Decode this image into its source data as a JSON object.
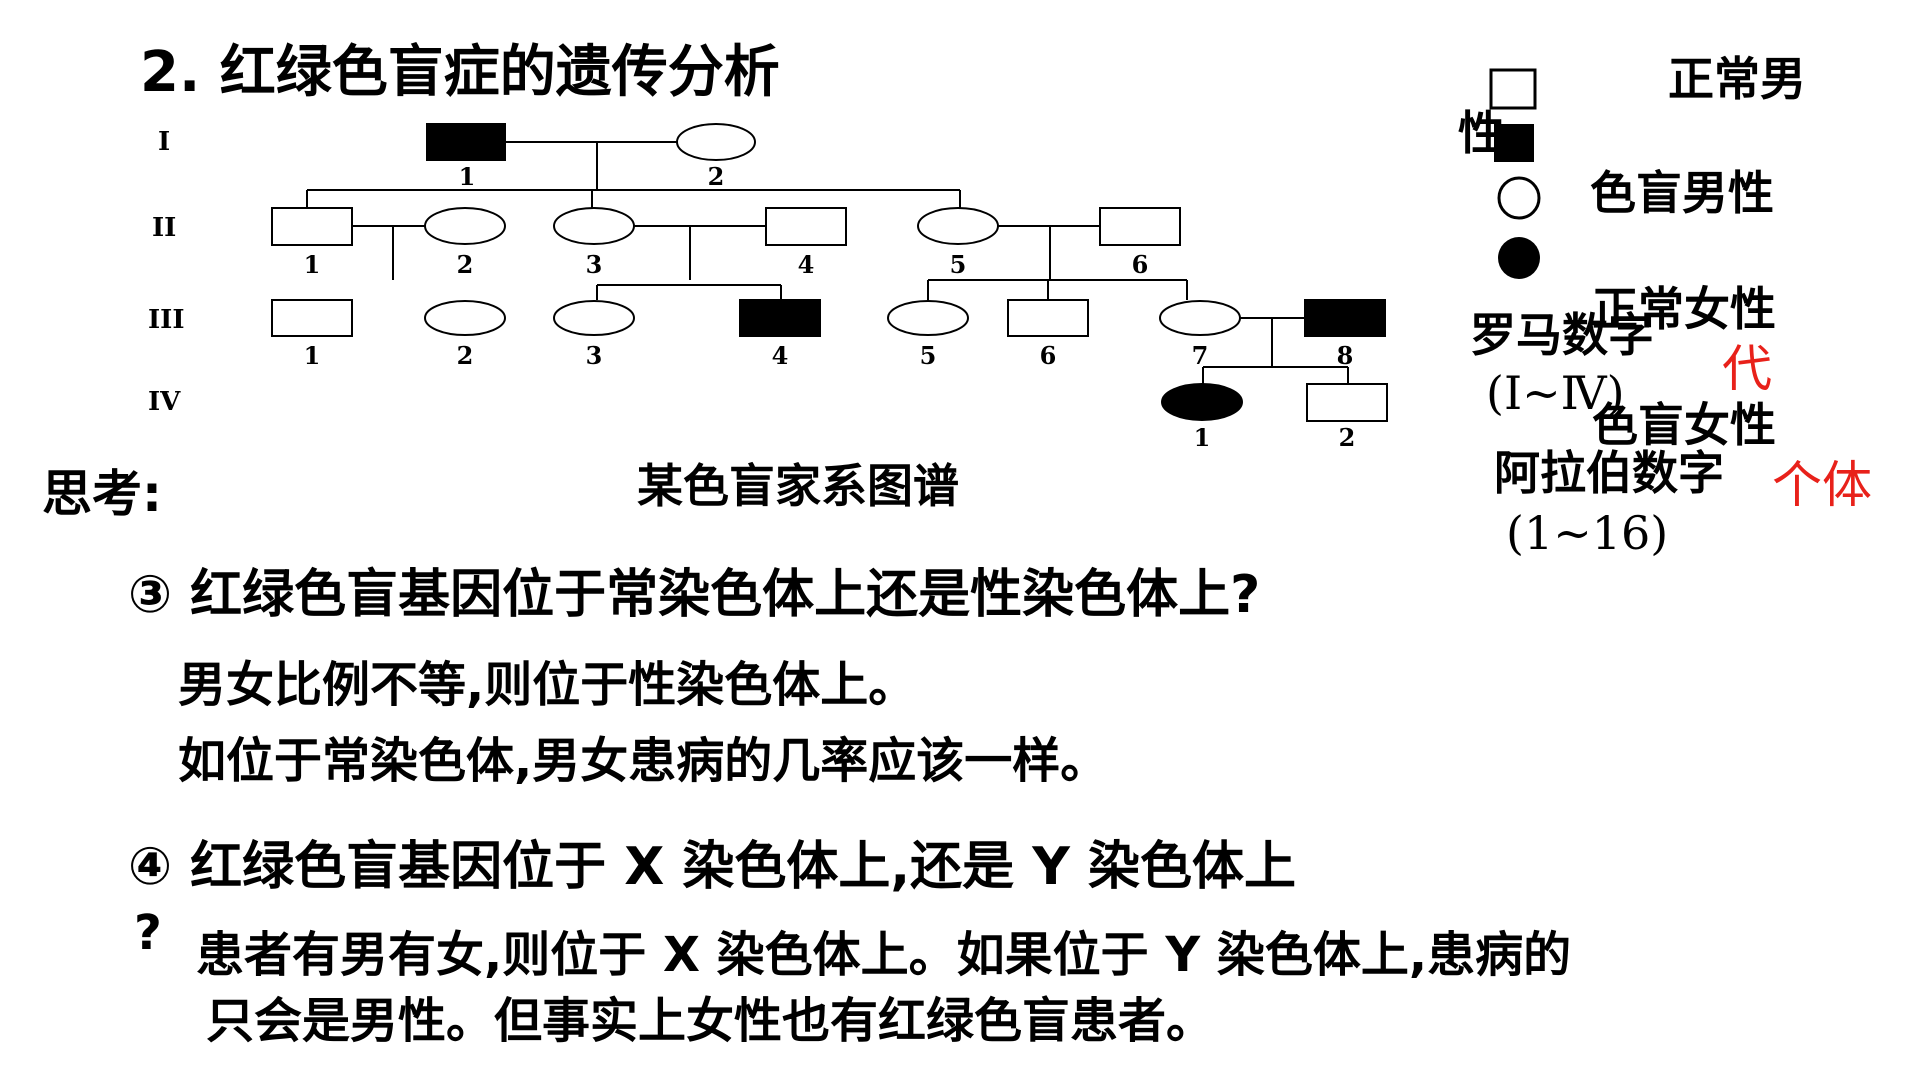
{
  "title": "2. 红绿色盲症的遗传分析",
  "think_label": "思考:",
  "pedigree_caption": "某色盲家系图谱",
  "generations": [
    "I",
    "II",
    "III",
    "IV"
  ],
  "individuals": {
    "I": [
      "1",
      "2"
    ],
    "II": [
      "1",
      "2",
      "3",
      "4",
      "5",
      "6"
    ],
    "III": [
      "1",
      "2",
      "3",
      "4",
      "5",
      "6",
      "7",
      "8"
    ],
    "IV": [
      "1",
      "2"
    ]
  },
  "legend": {
    "normal_male_a": "正常男",
    "normal_male_b": "性",
    "colorblind_male": "色盲男性",
    "normal_female": "正常女性",
    "colorblind_female": "色盲女性",
    "roman_label": "罗马数字",
    "roman_range": "(Ⅰ~Ⅳ)",
    "generation_word": "代",
    "arabic_label": "阿拉伯数字",
    "arabic_range": "(1~16)",
    "individual_word": "个体"
  },
  "q3": {
    "question": "③ 红绿色盲基因位于常染色体上还是性染色体上?",
    "answer_1": "男女比例不等,则位于性染色体上。",
    "answer_2": "如位于常染色体,男女患病的几率应该一样。"
  },
  "q4": {
    "question": "④ 红绿色盲基因位于 X 染色体上,还是 Y 染色体上",
    "question_end": "?",
    "answer_1": "患者有男有女,则位于 X 染色体上。如果位于 Y 染色体上,患病的",
    "answer_2": "只会是男性。但事实上女性也有红绿色盲患者。"
  },
  "colors": {
    "accent_red": "#e8211a",
    "ink": "#000000"
  }
}
